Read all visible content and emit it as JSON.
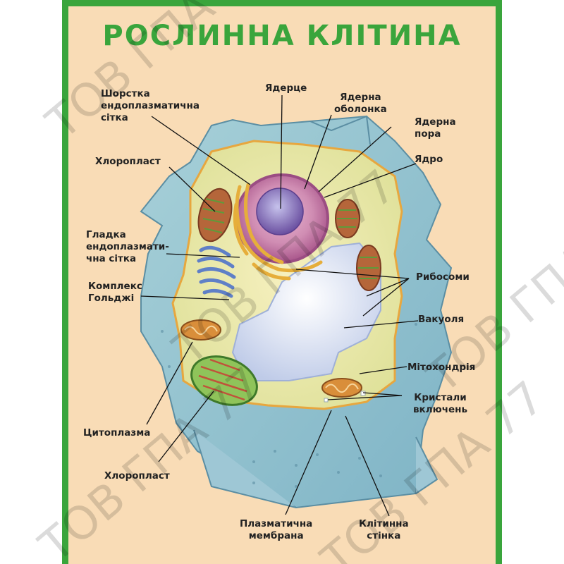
{
  "title": "РОСЛИННА КЛІТИНА",
  "labels": {
    "rough_er": "Шорстка\nендоплазматична\nсітка",
    "nucleolus": "Ядерце",
    "nuclear_envelope": "Ядерна\nоболонка",
    "nuclear_pore": "Ядерна\nпора",
    "nucleus": "Ядро",
    "chloroplast_top": "Хлоропласт",
    "smooth_er": "Гладка\nендоплазмати-\nчна сітка",
    "golgi": "Комплекс\nГольджі",
    "ribosomes": "Рибосоми",
    "vacuole": "Вакуоля",
    "mitochondrion": "Мітохондрія",
    "crystals": "Кристали\nвключень",
    "cytoplasm": "Цитоплазма",
    "chloroplast_bottom": "Хлоропласт",
    "plasma_membrane": "Плазматична\nмембрана",
    "cell_wall": "Клітинна\nстінка"
  },
  "watermark": "ТОВ ГПА 77",
  "colors": {
    "frame_green": "#3aa53c",
    "background": "#f9dcb6",
    "cell_wall": "#8ec3cf",
    "cytoplasm": "#f3eaa8",
    "nucleus": "#c47ba3",
    "vacuole": "#dfe6f2",
    "chloroplast": "#b4683a",
    "golgi": "#5f7fc7"
  }
}
